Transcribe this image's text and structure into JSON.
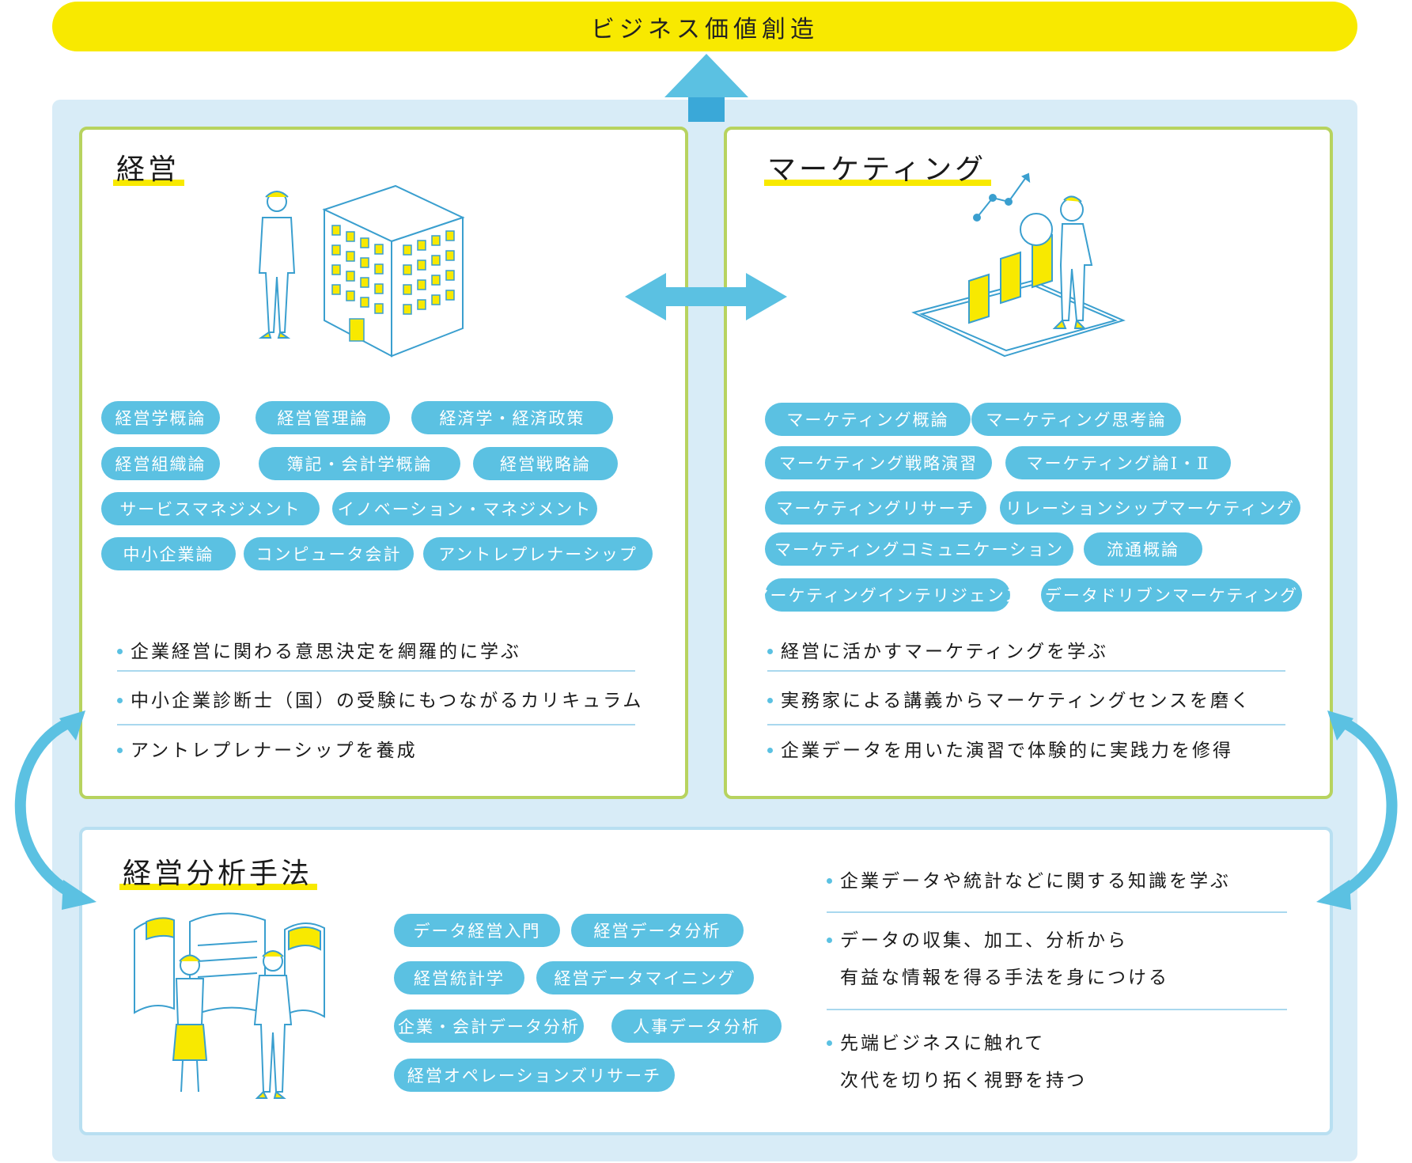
{
  "banner": {
    "title": "ビジネス価値創造"
  },
  "keiei": {
    "title": "経営",
    "courses": [
      "経営学概論",
      "経営管理論",
      "経済学・経済政策",
      "経営組織論",
      "簿記・会計学概論",
      "経営戦略論",
      "サービスマネジメント",
      "イノベーション・マネジメント",
      "中小企業論",
      "コンピュータ会計",
      "アントレプレナーシップ"
    ],
    "points": [
      "企業経営に関わる意思決定を網羅的に学ぶ",
      "中小企業診断士（国）の受験にもつながるカリキュラム",
      "アントレプレナーシップを養成"
    ]
  },
  "marketing": {
    "title": "マーケティング",
    "courses": [
      "マーケティング概論",
      "マーケティング思考論",
      "マーケティング戦略演習",
      "マーケティング論Ⅰ・Ⅱ",
      "マーケティングリサーチ",
      "リレーションシップマーケティング",
      "マーケティングコミュニケーション",
      "流通概論",
      "マーケティングインテリジェンス",
      "データドリブンマーケティング"
    ],
    "points": [
      "経営に活かすマーケティングを学ぶ",
      "実務家による講義からマーケティングセンスを磨く",
      "企業データを用いた演習で体験的に実践力を修得"
    ]
  },
  "analysis": {
    "title": "経営分析手法",
    "courses": [
      "データ経営入門",
      "経営データ分析",
      "経営統計学",
      "経営データマイニング",
      "企業・会計データ分析",
      "人事データ分析",
      "経営オペレーションズリサーチ"
    ],
    "points": [
      [
        "企業データや統計などに関する知識を学ぶ"
      ],
      [
        "データの収集、加工、分析から",
        "有益な情報を得る手法を身につける"
      ],
      [
        "先端ビジネスに触れて",
        "次代を切り拓く視野を持つ"
      ]
    ]
  },
  "colors": {
    "accent_blue": "#5bc1e2",
    "yellow": "#f8e900",
    "green_border": "#b7d35f",
    "panel_bg": "#d8ecf7"
  },
  "icons": [
    "up-arrow-icon",
    "horizontal-double-arrow-icon",
    "curved-arrow-left-icon",
    "curved-arrow-right-icon",
    "businessman-building-illustration",
    "marketing-chart-illustration",
    "data-analysis-illustration"
  ]
}
